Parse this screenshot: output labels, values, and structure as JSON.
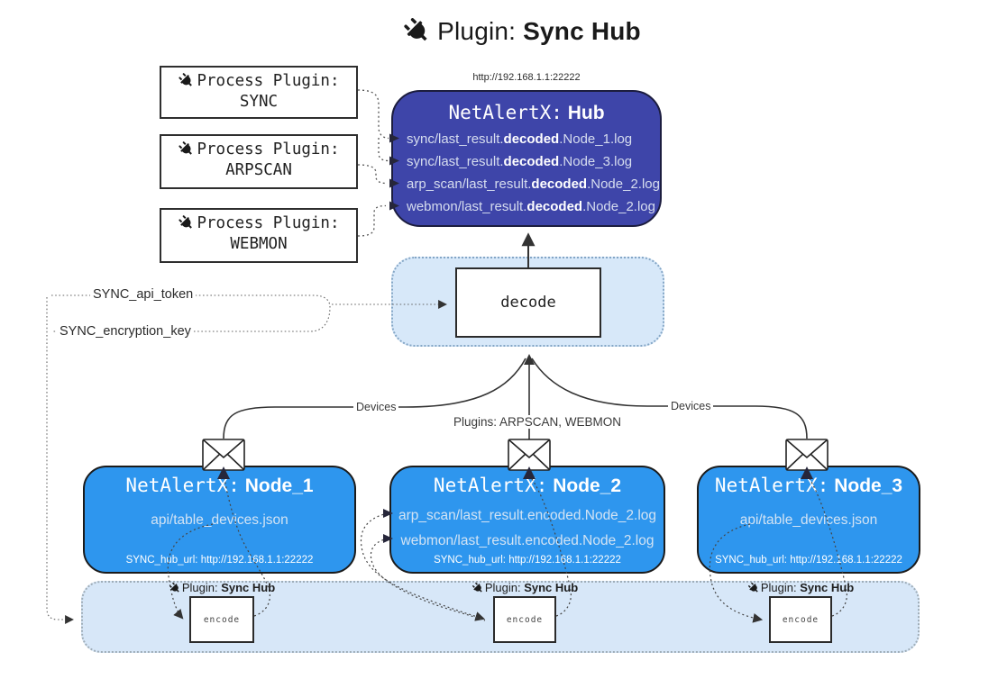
{
  "title": {
    "label": "Plugin:",
    "name": "Sync Hub"
  },
  "icons": {
    "plug": "plug-icon",
    "envelope": "envelope-icon"
  },
  "colors": {
    "hub_fill": "#3e45a9",
    "node_fill": "#2e96ee",
    "container_fill": "#d7e8f9",
    "line": "#333333"
  },
  "process_plugins": [
    {
      "label": "Process Plugin:",
      "name": "SYNC"
    },
    {
      "label": "Process Plugin:",
      "name": "ARPSCAN"
    },
    {
      "label": "Process Plugin:",
      "name": "WEBMON"
    }
  ],
  "hub": {
    "url": "http://192.168.1.1:22222",
    "prefix": "NetAlertX:",
    "name": "Hub",
    "files": [
      {
        "pre": "sync/last_result.",
        "bold": "decoded",
        "post": ".Node_1.log"
      },
      {
        "pre": "sync/last_result.",
        "bold": "decoded",
        "post": ".Node_3.log"
      },
      {
        "pre": "arp_scan/last_result.",
        "bold": "decoded",
        "post": ".Node_2.log"
      },
      {
        "pre": "webmon/last_result.",
        "bold": "decoded",
        "post": ".Node_2.log"
      }
    ]
  },
  "decode": {
    "label": "decode"
  },
  "settings": {
    "api_token": "SYNC_api_token",
    "encryption_key": "SYNC_encryption_key"
  },
  "edges": {
    "devices_left": "Devices",
    "devices_right": "Devices",
    "plugins_mid": "Plugins: ARPSCAN, WEBMON"
  },
  "nodes": [
    {
      "prefix": "NetAlertX:",
      "name": "Node_1",
      "files": [
        "api/table_devices.json"
      ],
      "hub_url": "SYNC_hub_url: http://192.168.1.1:22222"
    },
    {
      "prefix": "NetAlertX:",
      "name": "Node_2",
      "files": [
        "arp_scan/last_result.encoded.Node_2.log",
        "webmon/last_result.encoded.Node_2.log"
      ],
      "hub_url": "SYNC_hub_url: http://192.168.1.1:22222"
    },
    {
      "prefix": "NetAlertX:",
      "name": "Node_3",
      "files": [
        "api/table_devices.json"
      ],
      "hub_url": "SYNC_hub_url: http://192.168.1.1:22222"
    }
  ],
  "band": {
    "plugin_label": "Plugin:",
    "plugin_name": "Sync Hub",
    "encode_label": "encode"
  }
}
